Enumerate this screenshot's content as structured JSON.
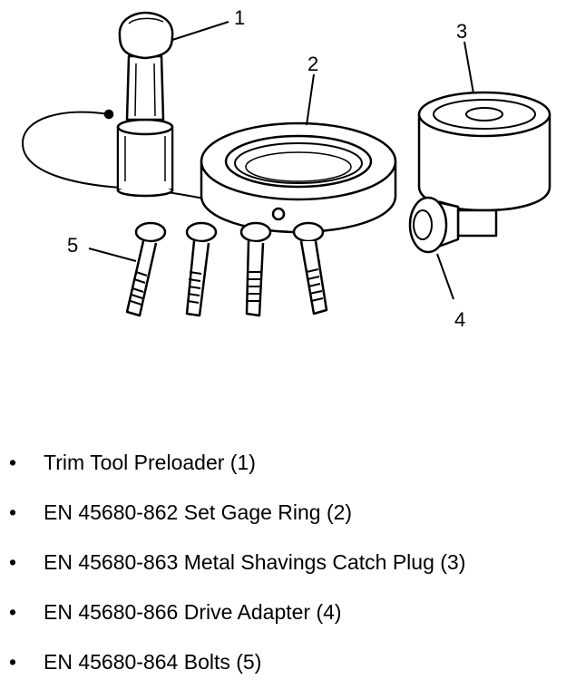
{
  "callouts": {
    "c1": "1",
    "c2": "2",
    "c3": "3",
    "c4": "4",
    "c5": "5"
  },
  "parts": [
    {
      "bullet": "•",
      "text": "Trim Tool Preloader (1)"
    },
    {
      "bullet": "•",
      "text": "EN 45680-862 Set Gage Ring (2)"
    },
    {
      "bullet": "•",
      "text": "EN 45680-863 Metal Shavings Catch Plug (3)"
    },
    {
      "bullet": "•",
      "text": "EN 45680-866 Drive Adapter (4)"
    },
    {
      "bullet": "•",
      "text": "EN 45680-864 Bolts (5)"
    }
  ]
}
